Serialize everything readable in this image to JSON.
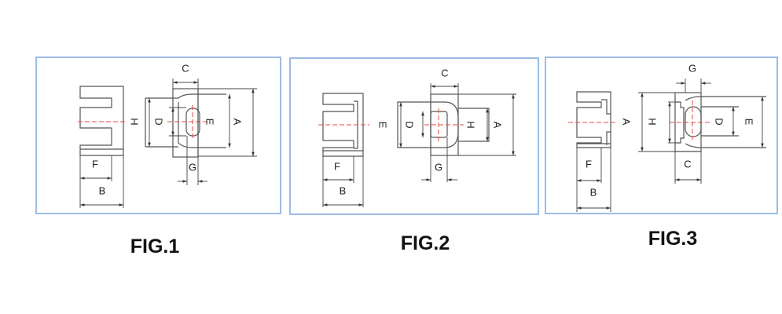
{
  "figures": [
    {
      "caption": "FIG.1",
      "labels": {
        "A": "A",
        "B": "B",
        "C": "C",
        "D": "D",
        "E": "E",
        "F": "F",
        "G": "G",
        "H": "H"
      }
    },
    {
      "caption": "FIG.2",
      "labels": {
        "A": "A",
        "B": "B",
        "C": "C",
        "D": "D",
        "E": "E",
        "F": "F",
        "G": "G",
        "H": "H"
      }
    },
    {
      "caption": "FIG.3",
      "labels": {
        "A": "A",
        "B": "B",
        "C": "C",
        "D": "D",
        "E": "E",
        "F": "F",
        "G": "G",
        "H": "H"
      }
    }
  ],
  "colors": {
    "frame": "#9dbbe6",
    "centerline": "#e8473f",
    "lines": "#555555"
  }
}
